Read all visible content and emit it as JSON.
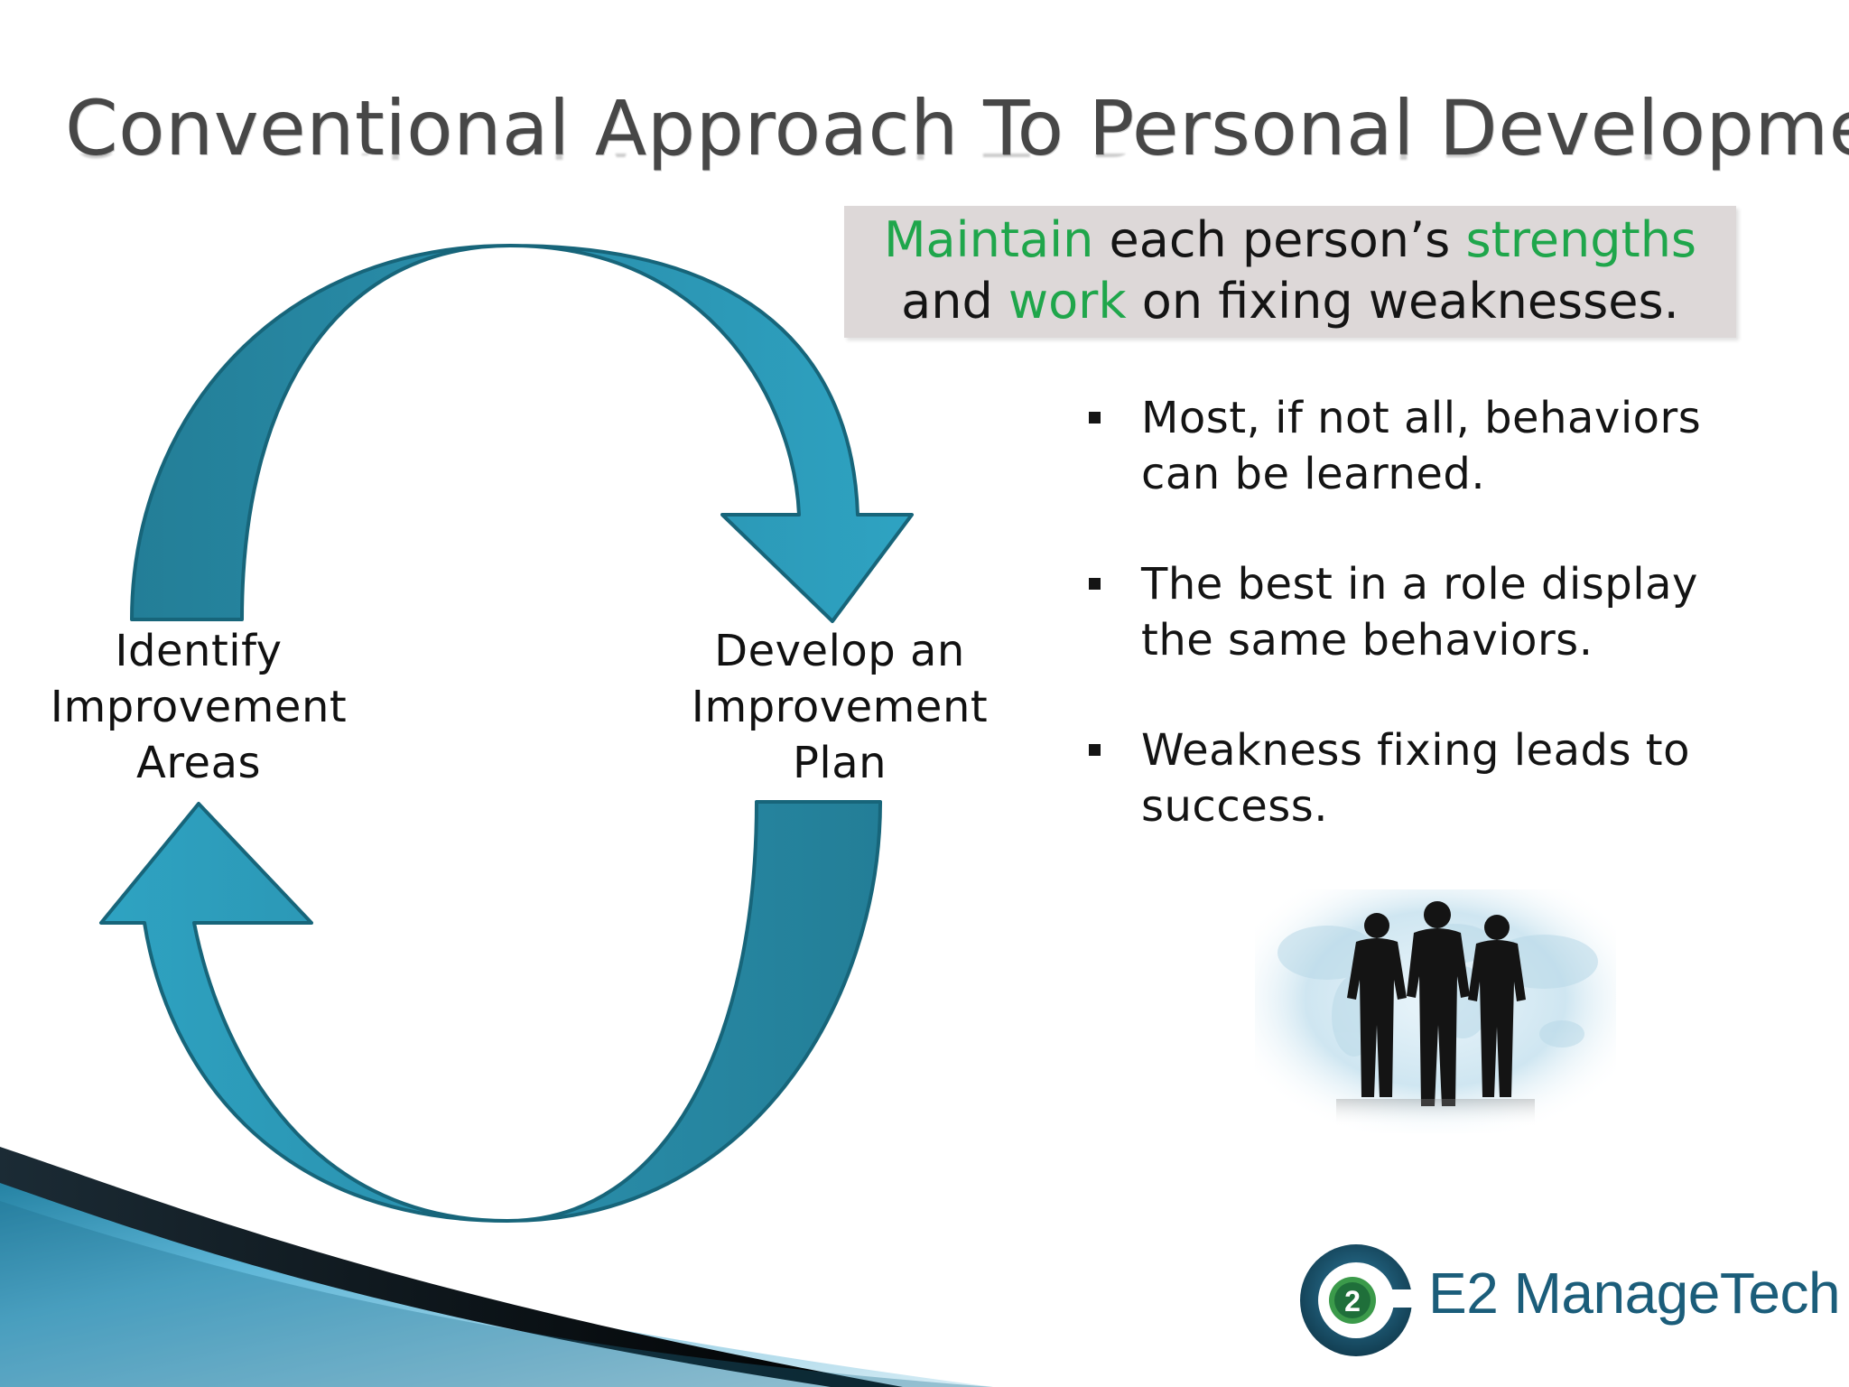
{
  "slide": {
    "title": "Conventional Approach To Personal Development",
    "callout": {
      "line1": {
        "w1": "Maintain",
        "t1": " each person’s ",
        "w2": "strengths"
      },
      "line2": {
        "t1": "and ",
        "w1": "work",
        "t2": " on fixing weaknesses."
      }
    },
    "bullets": [
      "Most, if not all, behaviors can be learned.",
      "The best in a role display the same behaviors.",
      "Weakness fixing leads to success."
    ],
    "cycle": {
      "left_label": [
        "Identify",
        "Improvement",
        "Areas"
      ],
      "right_label": [
        "Develop an",
        "Improvement",
        "Plan"
      ]
    },
    "logo": {
      "text": "E2 ManageTech",
      "mark_text": "2"
    }
  },
  "colors": {
    "title": "#474747",
    "accent_green": "#1fa64b",
    "arrow_light": "#2ea0bf",
    "arrow_dark": "#237e97",
    "arrow_stroke": "#17657a",
    "callout_bg": "#ddd8d8",
    "logo_blue": "#1b5d7a"
  },
  "icons": {
    "bullet": "square-bullet-icon",
    "arrows": [
      "curved-arrow-right-icon",
      "curved-arrow-left-icon"
    ],
    "image": "business-people-silhouette",
    "logo": "e2-logo-icon"
  }
}
